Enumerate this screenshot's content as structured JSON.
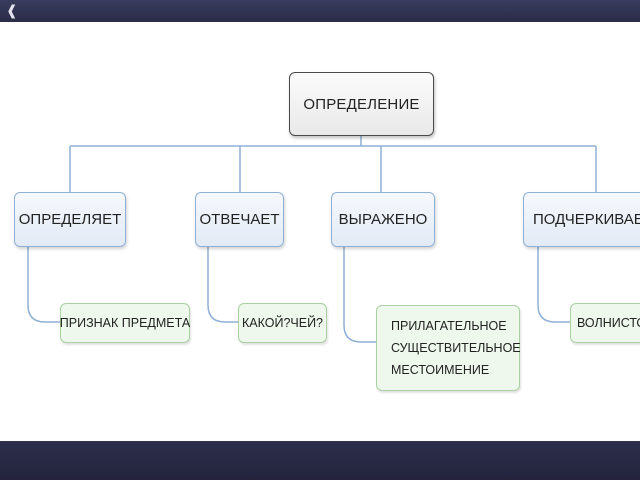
{
  "diagram": {
    "root": {
      "label": "ОПРЕДЕЛЕНИЕ"
    },
    "categories": [
      {
        "label": "ОПРЕДЕЛЯЕТ",
        "children": [
          "ПРИЗНАК ПРЕДМЕТА"
        ]
      },
      {
        "label": "ОТВЕЧАЕТ",
        "children": [
          "КАКОЙ?ЧЕЙ?"
        ]
      },
      {
        "label": "ВЫРАЖЕНО",
        "children": [
          "ПРИЛАГАТЕЛЬНОЕ",
          "СУЩЕСТВИТЕЛЬНОЕ",
          "МЕСТОИМЕНИЕ"
        ]
      },
      {
        "label": "ПОДЧЕРКИВАЕТ",
        "children": [
          "ВОЛНИСТОЙ"
        ]
      }
    ]
  },
  "colors": {
    "root_border": "#4a4a4a",
    "category_border": "#8fb0d6",
    "leaf_border": "#a9d1a1",
    "connector": "#8fb0d6",
    "frame": "#2b2d4a"
  }
}
